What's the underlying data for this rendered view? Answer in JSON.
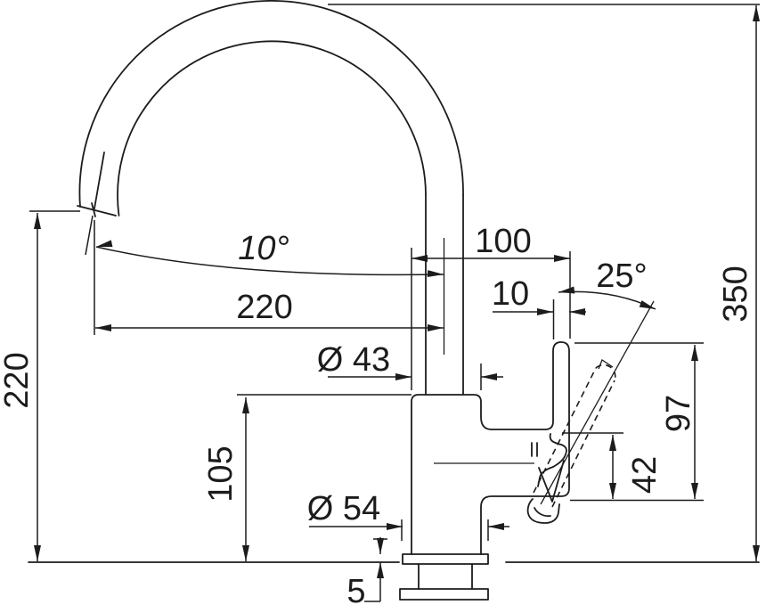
{
  "page": {
    "background": "#ffffff",
    "line_color": "#1c1c1c",
    "kind": "technical dimensional drawing of a kitchen mixer tap, side view"
  },
  "labels": {
    "spout_angle": "10°",
    "spout_reach": "220",
    "spout_height": "220",
    "top_offset": "100",
    "lever_width": "10",
    "lever_angle": "25°",
    "overall_height": "350",
    "body_diameter": "Ø 43",
    "body_height": "105",
    "base_diameter": "Ø 54",
    "lever_upper_height": "97",
    "lever_lower_height": "42",
    "deck_flange_height": "5"
  }
}
